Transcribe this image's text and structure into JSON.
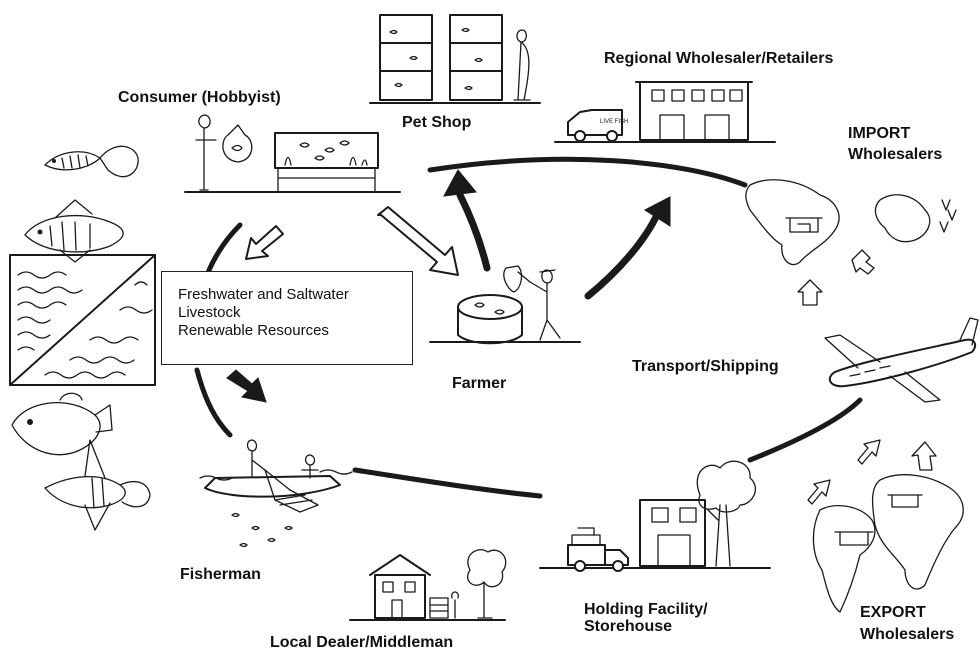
{
  "labels": {
    "consumer": "Consumer (Hobbyist)",
    "pet_shop": "Pet Shop",
    "regional": "Regional Wholesaler/Retailers",
    "import_line1": "IMPORT",
    "import_line2": "Wholesalers",
    "transport": "Transport/Shipping",
    "farmer": "Farmer",
    "fisherman": "Fisherman",
    "local_dealer": "Local Dealer/Middleman",
    "holding_line1": "Holding Facility/",
    "holding_line2": "Storehouse",
    "export_line1": "EXPORT",
    "export_line2": "Wholesalers"
  },
  "center_box": {
    "lines": [
      "Freshwater and Saltwater",
      "Livestock",
      "Renewable Resources"
    ]
  },
  "drawing_text": {
    "van": "LIVE FISH"
  },
  "colors": {
    "ink": "#1a1a1a",
    "background": "#ffffff"
  }
}
